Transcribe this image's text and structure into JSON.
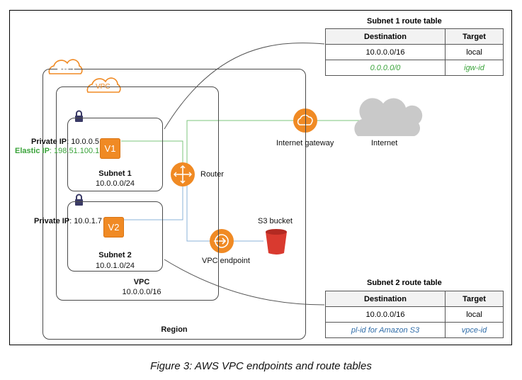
{
  "caption": "Figure 3: AWS VPC endpoints and route tables",
  "labels": {
    "aws": "AWS",
    "vpc_tag": "VPC",
    "region": "Region",
    "vpc_name": "VPC",
    "vpc_cidr": "10.0.0.0/16",
    "router": "Router",
    "internet_gateway": "Internet gateway",
    "internet": "Internet",
    "vpc_endpoint": "VPC endpoint",
    "s3_bucket": "S3 bucket"
  },
  "subnet1": {
    "name": "Subnet 1",
    "cidr": "10.0.0.0/24",
    "instance": "V1",
    "private_ip_label": "Private IP",
    "private_ip": ": 10.0.0.5",
    "elastic_ip_label": "Elastic IP",
    "elastic_ip": ": 198.51.100.1"
  },
  "subnet2": {
    "name": "Subnet 2",
    "cidr": "10.0.1.0/24",
    "instance": "V2",
    "private_ip_label": "Private IP",
    "private_ip": ": 10.0.1.7"
  },
  "route_table_1": {
    "title": "Subnet 1 route table",
    "headers": [
      "Destination",
      "Target"
    ],
    "rows": [
      [
        "10.0.0.0/16",
        "local"
      ],
      [
        "0.0.0.0/0",
        "igw-id"
      ]
    ]
  },
  "route_table_2": {
    "title": "Subnet 2 route table",
    "headers": [
      "Destination",
      "Target"
    ],
    "rows": [
      [
        "10.0.0.0/16",
        "local"
      ],
      [
        "pl-id for Amazon S3",
        "vpce-id"
      ]
    ]
  },
  "colors": {
    "aws_orange": "#f08a24",
    "green_route": "#3aa33a",
    "blue_route": "#2f6ca8",
    "cloud_gray": "#c9c9c9"
  }
}
